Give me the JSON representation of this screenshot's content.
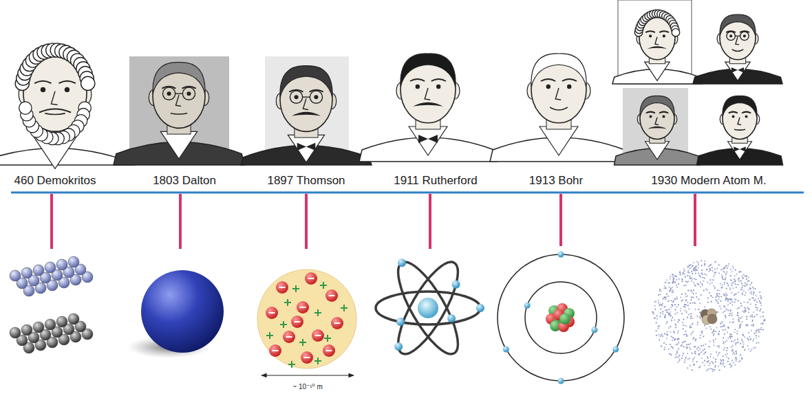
{
  "diagram": {
    "labels": [
      "460 Demokritos",
      "1803 Dalton",
      "1897 Thomson",
      "1911 Rutherford",
      "1913 Bohr",
      "1930 Modern Atom M.",
      "~ 10⁻¹⁰ m"
    ]
  }
}
